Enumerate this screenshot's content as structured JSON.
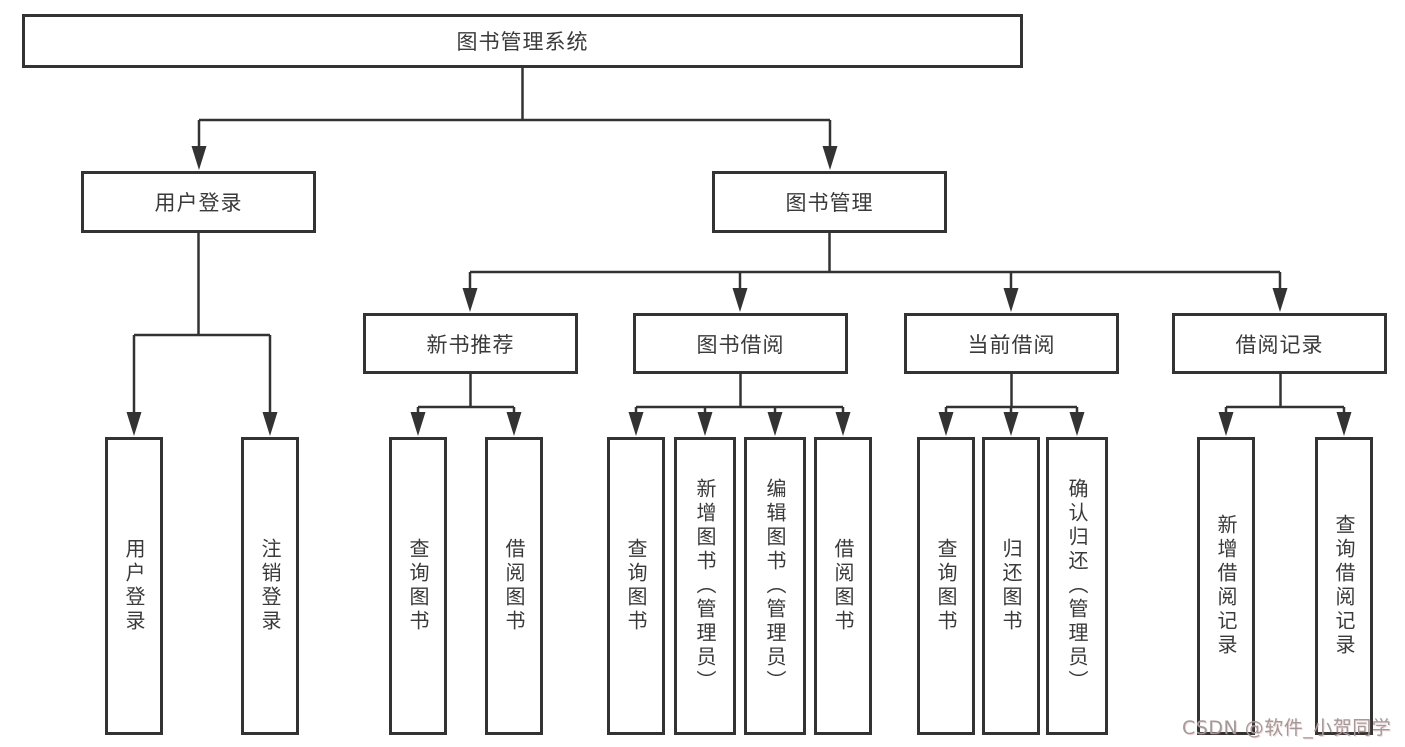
{
  "style": {
    "line_color": "#333333",
    "text_color": "#3a3a3a",
    "background_color": "#ffffff",
    "watermark_color": "#9c9c9c"
  },
  "watermark": {
    "text": "CSDN @软件_小贺同学"
  },
  "tree": {
    "root": {
      "label": "图书管理系统",
      "children": [
        {
          "label": "用户登录",
          "children": [
            {
              "label": "用户登录"
            },
            {
              "label": "注销登录"
            }
          ]
        },
        {
          "label": "图书管理",
          "children": [
            {
              "label": "新书推荐",
              "children": [
                {
                  "label": "查询图书"
                },
                {
                  "label": "借阅图书"
                }
              ]
            },
            {
              "label": "图书借阅",
              "children": [
                {
                  "label": "查询图书"
                },
                {
                  "label": "新增图书（管理员）"
                },
                {
                  "label": "编辑图书（管理员）"
                },
                {
                  "label": "借阅图书"
                }
              ]
            },
            {
              "label": "当前借阅",
              "children": [
                {
                  "label": "查询图书"
                },
                {
                  "label": "归还图书"
                },
                {
                  "label": "确认归还（管理员）"
                }
              ]
            },
            {
              "label": "借阅记录",
              "children": [
                {
                  "label": "新增借阅记录"
                },
                {
                  "label": "查询借阅记录"
                }
              ]
            }
          ]
        }
      ]
    }
  }
}
